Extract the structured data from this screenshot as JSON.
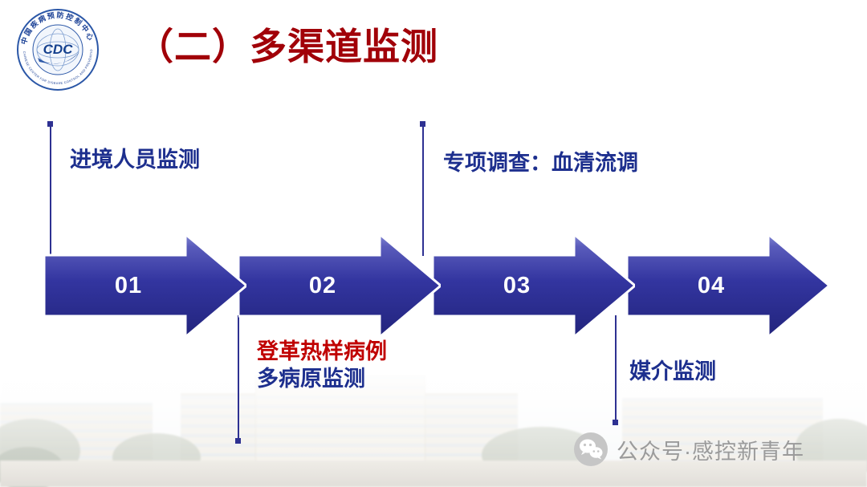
{
  "slide": {
    "header": {
      "title": "（二）多渠道监测",
      "logo": {
        "abbr": "CDC",
        "ring_text_cn": "中国疾病预防控制中心",
        "ring_text_en": "CHINESE CENTER FOR DISEASE CONTROL AND PREVENTION"
      }
    },
    "diagram": {
      "steps": [
        {
          "number": "01",
          "callout_position": "top",
          "lines": [
            {
              "text": "进境人员监测",
              "color": "blue"
            }
          ]
        },
        {
          "number": "02",
          "callout_position": "bottom",
          "lines": [
            {
              "text": "登革热样病例",
              "color": "red"
            },
            {
              "text": "多病原监测",
              "color": "blue"
            }
          ]
        },
        {
          "number": "03",
          "callout_position": "top",
          "lines": [
            {
              "text": "专项调查：血清流调",
              "color": "blue"
            }
          ]
        },
        {
          "number": "04",
          "callout_position": "bottom",
          "lines": [
            {
              "text": "媒介监测",
              "color": "blue"
            }
          ]
        }
      ]
    },
    "footer": {
      "wechat_label": "公众号·感控新青年"
    }
  },
  "colors": {
    "title_maroon": "#a10008",
    "label_blue": "#1d2f8e",
    "label_red": "#c00000",
    "connector_blue": "#2e3192",
    "arrow_top": "#8085d2",
    "arrow_mid": "#3335a0",
    "arrow_bottom": "#22247c",
    "footer_gray": "#9b9b9b"
  }
}
